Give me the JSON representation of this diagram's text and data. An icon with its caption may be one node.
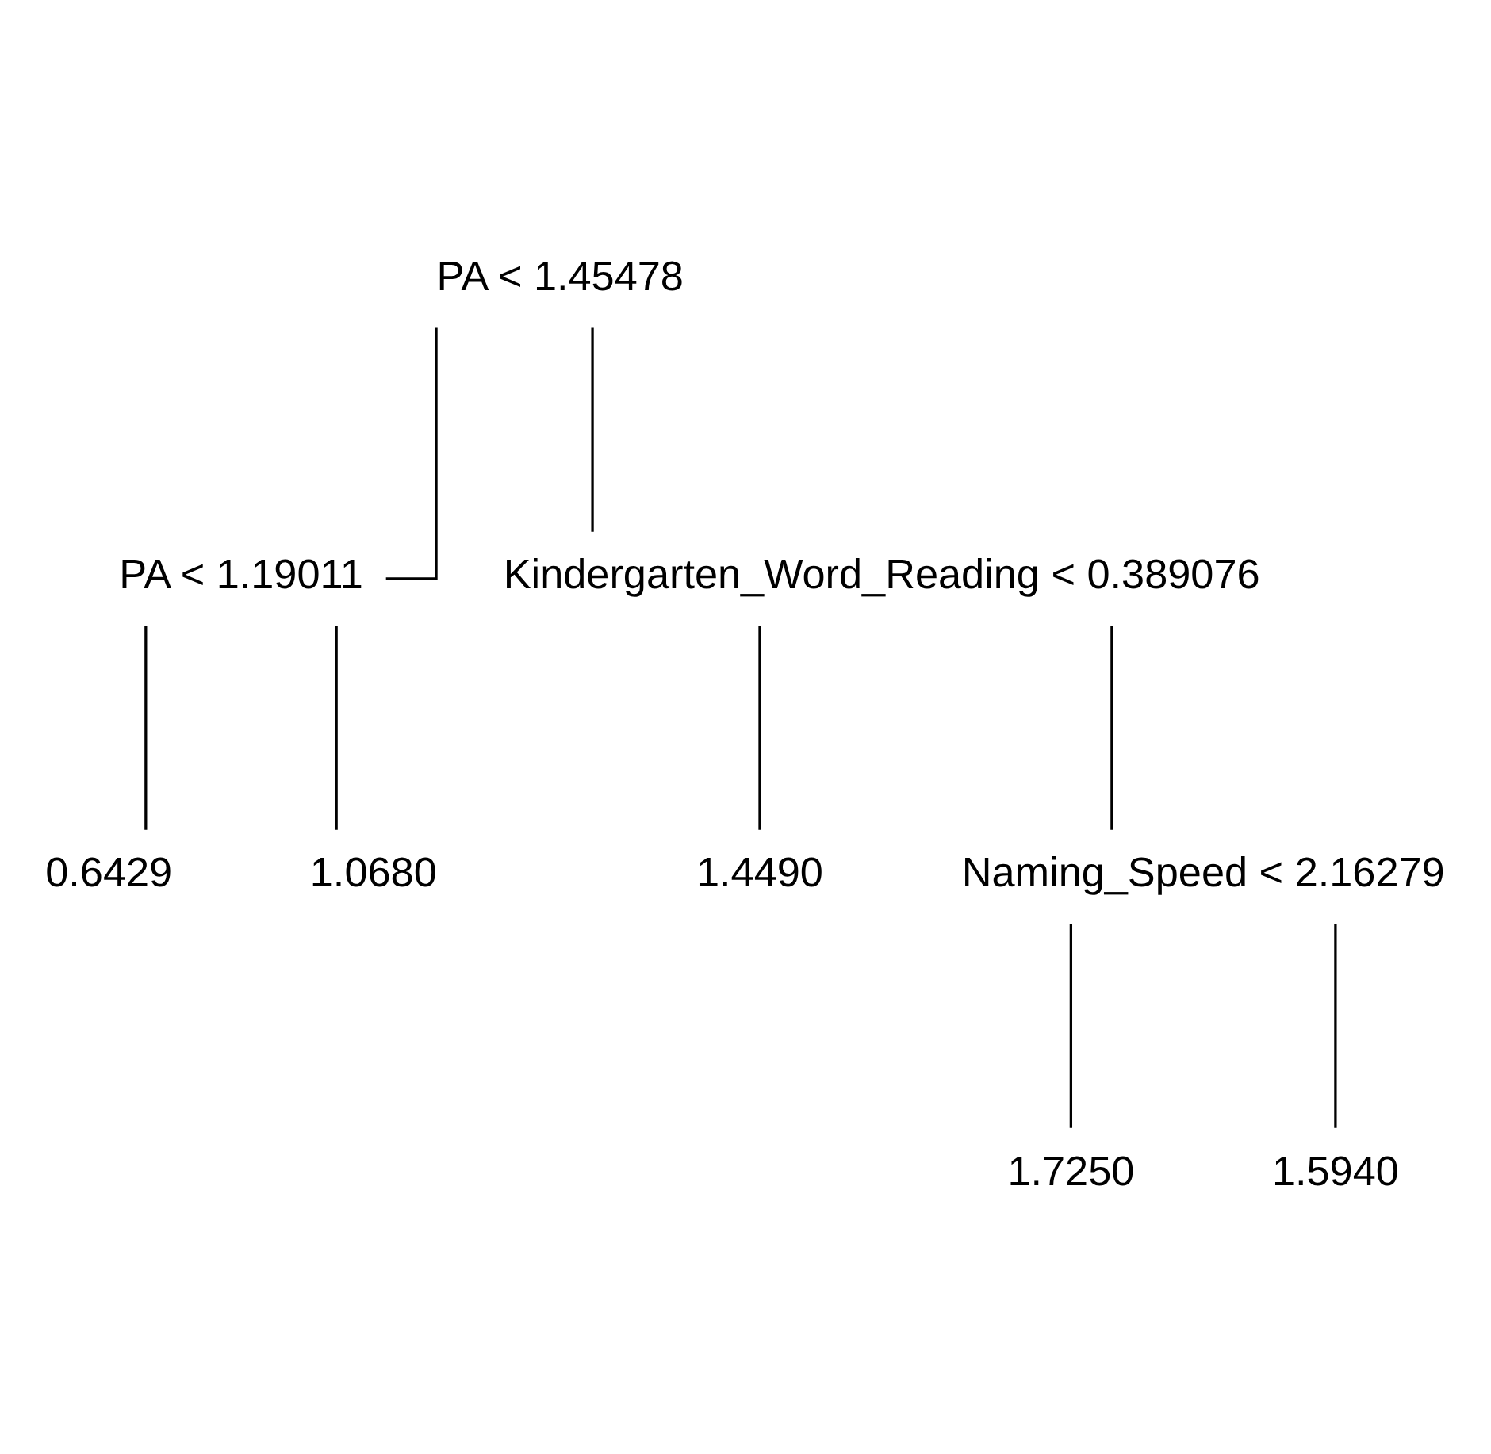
{
  "diagram": {
    "nodes": [
      {
        "text": [
          "PA < 1.45478"
        ]
      },
      {
        "text": [
          "PA < 1.19011"
        ]
      },
      {
        "text": [
          "Kindergarten_Word_Reading < 0.389076"
        ]
      },
      {
        "text": [
          "0.6429"
        ]
      },
      {
        "text": [
          "1.0680"
        ]
      },
      {
        "text": [
          "1.4490"
        ]
      },
      {
        "text": [
          "Naming_Speed < 2.16279"
        ]
      },
      {
        "text": [
          "1.7250"
        ]
      },
      {
        "text": [
          "1.5940"
        ]
      }
    ],
    "edges": [
      {
        "from": 0,
        "to": 1,
        "arrow": "none"
      },
      {
        "from": 0,
        "to": 2,
        "arrow": "none"
      },
      {
        "from": 1,
        "to": 3,
        "arrow": "none"
      },
      {
        "from": 1,
        "to": 4,
        "arrow": "none"
      },
      {
        "from": 2,
        "to": 5,
        "arrow": "none"
      },
      {
        "from": 2,
        "to": 6,
        "arrow": "none"
      },
      {
        "from": 6,
        "to": 7,
        "arrow": "none"
      },
      {
        "from": 6,
        "to": 8,
        "arrow": "none"
      }
    ]
  }
}
